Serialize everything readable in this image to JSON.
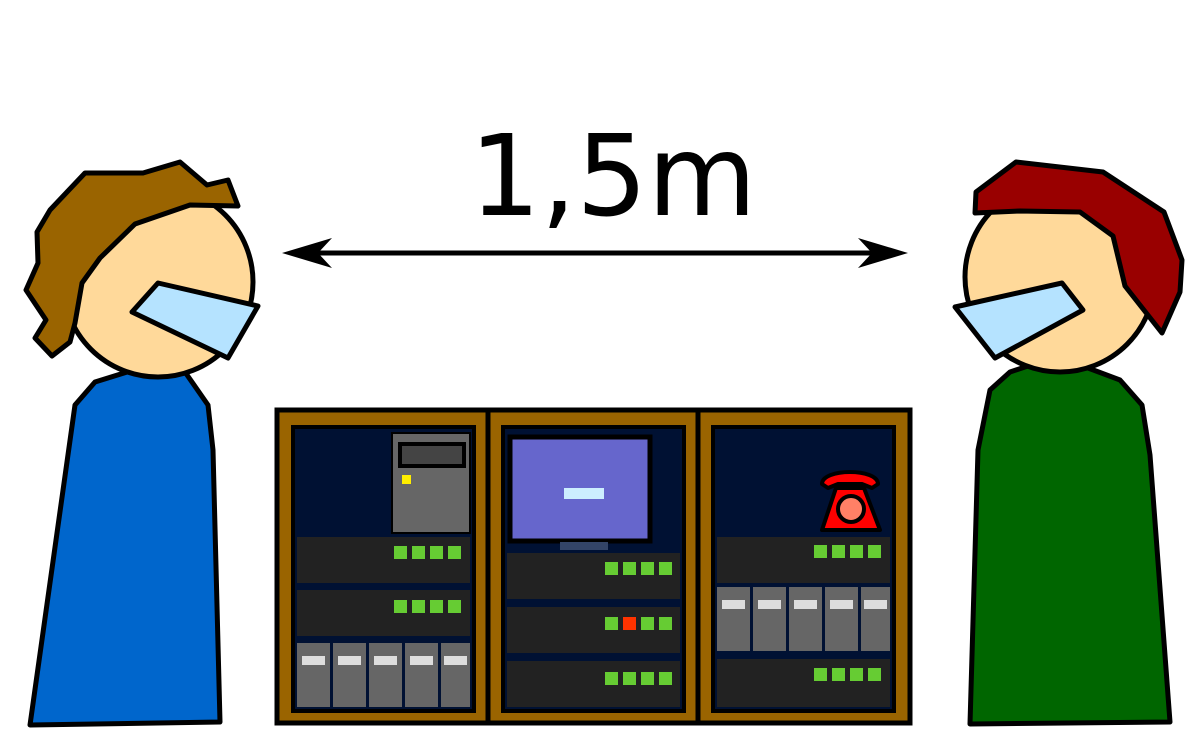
{
  "distance": {
    "label": "1,5m"
  },
  "people": [
    {
      "role": "left-person",
      "hair_color": "#9a6400",
      "shirt_color": "#0066cc"
    },
    {
      "role": "right-person",
      "hair_color": "#990000",
      "shirt_color": "#006600"
    }
  ],
  "colors": {
    "skin": "#ffd99a",
    "mask": "#b5e3ff",
    "rack_frame": "#9a6400",
    "rack_panel": "#001133",
    "unit_gray": "#222222",
    "led_green": "#66cc33",
    "led_red": "#ff3300",
    "monitor_screen": "#6666cc",
    "phone_red": "#ff0000",
    "phone_dial": "#ff8066"
  },
  "icons": [
    "arrow-both-icon",
    "monitor-icon",
    "telephone-icon",
    "server-tower-icon"
  ]
}
